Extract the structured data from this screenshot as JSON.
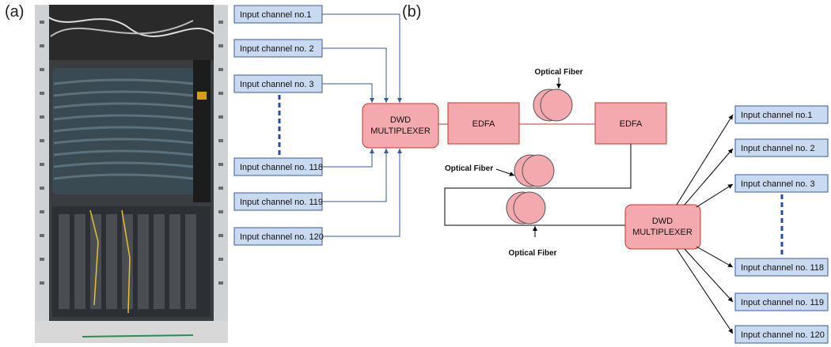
{
  "panels": {
    "a_label": "(a)",
    "b_label": "(b)"
  },
  "input_channels_left": [
    "Input channel no.1",
    "Input channel no. 2",
    "Input channel no. 3",
    "Input channel no. 118",
    "Input channel no. 119",
    "Input channel no. 120"
  ],
  "output_channels_right": [
    "Input channel no.1",
    "Input channel no. 2",
    "Input channel no. 3",
    "Input channel no. 118",
    "Input channel no. 119",
    "Input channel no. 120"
  ],
  "mux_left": {
    "line1": "DWD",
    "line2": "MULTIPLEXER"
  },
  "mux_right": {
    "line1": "DWD",
    "line2": "MULTIPLEXER"
  },
  "edfa_left": "EDFA",
  "edfa_right": "EDFA",
  "fiber_labels": [
    "Optical Fiber",
    "Optical Fiber",
    "Optical Fiber"
  ],
  "colors": {
    "channel_fill": "#c9d9f0",
    "channel_stroke": "#3a5a99",
    "box_fill": "#f4a9ae",
    "box_stroke": "#c0392b",
    "left_arrow": "#3a5a99",
    "right_arrow": "#000000",
    "dashed": "#2b4c9a",
    "fiber_red": "#c0392b"
  }
}
